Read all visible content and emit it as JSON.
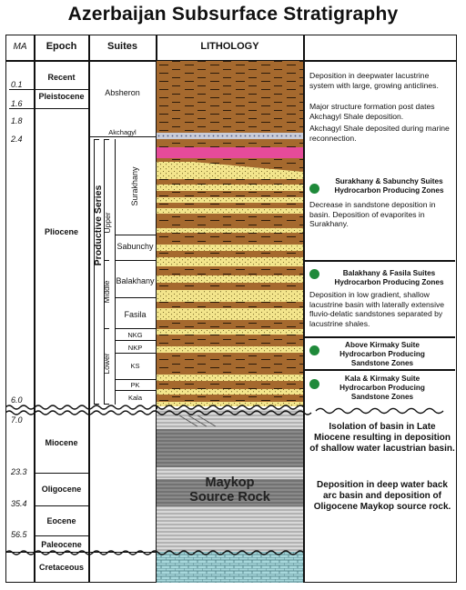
{
  "title": "Azerbaijan Subsurface Stratigraphy",
  "headers": {
    "ma": "MA",
    "epoch": "Epoch",
    "suites": "Suites",
    "lithology": "LITHOLOGY"
  },
  "ma_values": [
    "0.1",
    "1.6",
    "1.8",
    "2.4",
    "6.0",
    "7.0",
    "23.3",
    "35.4",
    "56.5"
  ],
  "epochs": [
    "Recent",
    "Pleistocene",
    "Pliocene",
    "Miocene",
    "Oligocene",
    "Eocene",
    "Paleocene",
    "Cretaceous"
  ],
  "productive_series": {
    "label": "Productive Series",
    "upper": "Upper",
    "middle": "Middle",
    "lower": "Lower"
  },
  "suites": [
    "Absheron",
    "Akchagyl",
    "Surakhany",
    "Sabunchy",
    "Balakhany",
    "Fasila",
    "NKG",
    "NKP",
    "KS",
    "PK",
    "Kala"
  ],
  "maykop_label": [
    "Maykop",
    "Source Rock"
  ],
  "descriptions": {
    "absheron": "Deposition in deepwater lacustrine system with large, growing anticlines.",
    "structure": "Major structure formation post dates Akchagyl Shale deposition.",
    "akchagyl": "Akchagyl Shale deposited during marine reconnection.",
    "zone1": "Surakhany & Sabunchy Suites Hydrocarbon Producing Zones",
    "upper": "Decrease in sandstone deposition in basin. Deposition of evaporites in Surakhany.",
    "zone2": "Balakhany & Fasila Suites Hydrocarbon Producing Zones",
    "middle": "Deposition in low gradient, shallow lacustrine basin with laterally extensive fluvio-delatic sandstones separated by lacustrine shales.",
    "zone3": "Above Kirmaky Suite Hydrocarbon Producing Sandstone Zones",
    "zone4": "Kala & Kirmaky Suite Hydrocarbon Producing Sandstone Zones",
    "miocene": "Isolation of basin in Late Miocene resulting in deposition of shallow water lacustrian basin.",
    "oligocene": "Deposition in deep water back arc basin and deposition of Oligocene Maykop source rock."
  },
  "colors": {
    "shale": "#a5692e",
    "sand": "#f3e58c",
    "evaporite": "#e64b9a",
    "zone_dot": "#1f8a3a",
    "cretaceous": "#a8d8dc"
  }
}
